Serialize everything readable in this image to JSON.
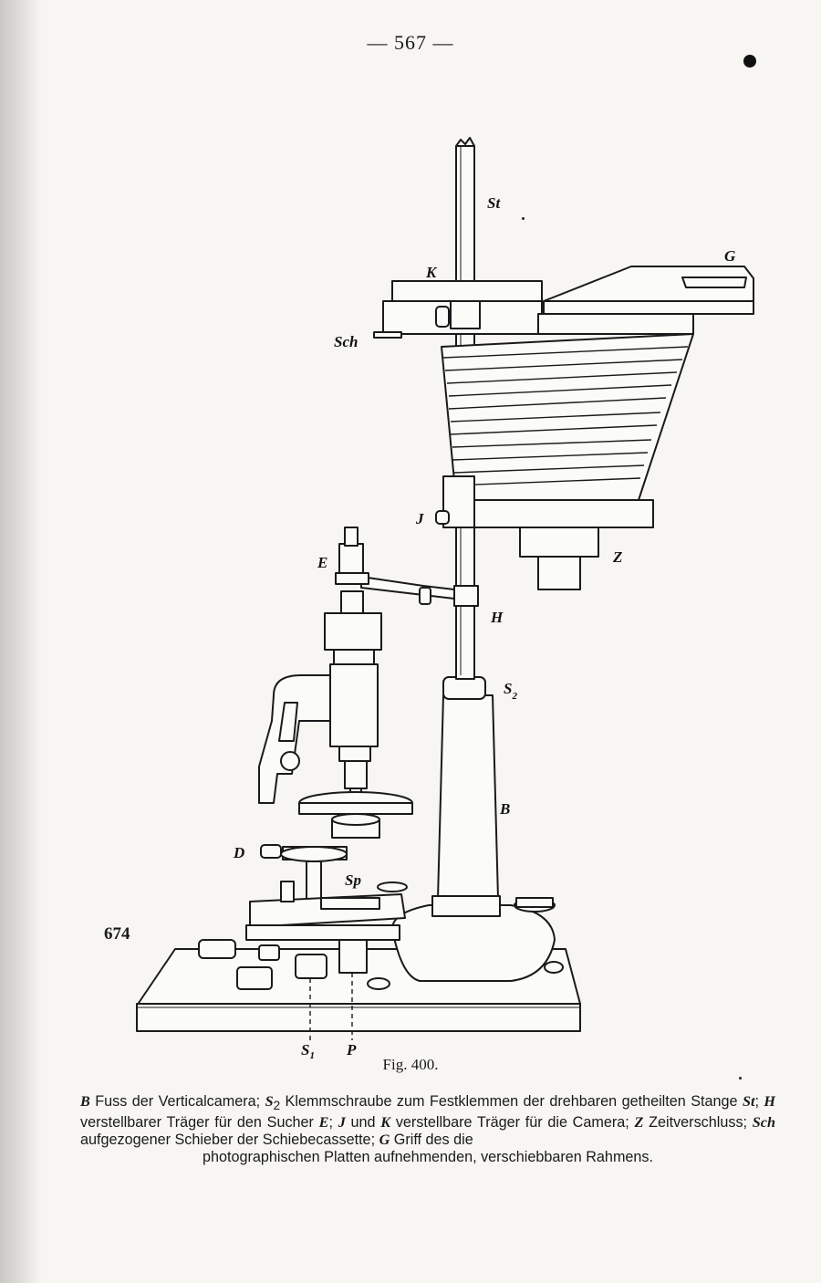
{
  "page": {
    "number": "— 567 —",
    "side_number": "674"
  },
  "figure": {
    "labels": {
      "st": "St",
      "g": "G",
      "k": "K",
      "sch": "Sch",
      "j": "J",
      "z": "Z",
      "e": "E",
      "h": "H",
      "s2_main": "S",
      "s2_sub": "2",
      "b": "B",
      "d": "D",
      "sp": "Sp",
      "s1_main": "S",
      "s1_sub": "1",
      "p": "P"
    },
    "caption": "Fig. 400."
  },
  "legend": {
    "b_key": "B",
    "b_text": " Fuss der Verticalcamera; ",
    "s2_key": "S",
    "s2_sub": "2",
    "s2_text": " Klemmschraube zum Festklemmen der drehbaren getheilten Stange ",
    "st_key": "St",
    "st_text": "; ",
    "h_key": "H",
    "h_text": " verstellbarer Träger für den Sucher ",
    "e_key": "E",
    "e_text": "; ",
    "j_key": "J",
    "j_text": " und ",
    "k_key": "K",
    "k_text": " verstellbare Träger für die Camera; ",
    "z_key": "Z",
    "z_text": " Zeitverschluss; ",
    "sch_key": "Sch",
    "sch_text": " aufgezogener Schieber der Schiebecassette; ",
    "g_key": "G",
    "g_text": " Griff des die",
    "last_line": "photographischen Platten aufnehmenden, verschiebbaren Rahmens."
  }
}
